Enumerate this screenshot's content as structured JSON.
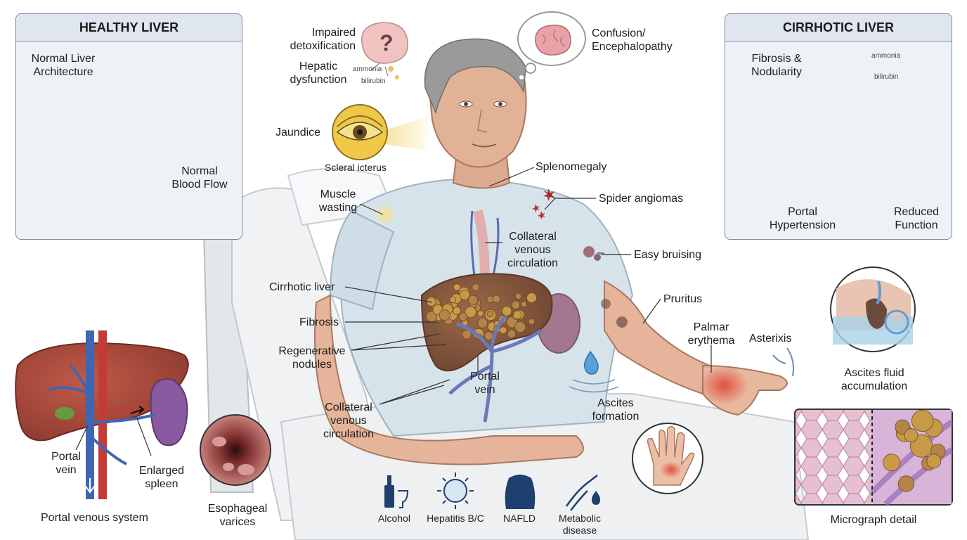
{
  "colors": {
    "healthy_liver": "#a2473a",
    "cirrhotic_liver": "#8a5a3c",
    "nodule": "#c89a48",
    "artery": "#c23b36",
    "vein": "#3f66b2",
    "gown": "#d7e3ea",
    "skin": "#e8b8a0",
    "panel_bg": "#eef2f7",
    "jaundice": "#e3b43a",
    "erythema": "#e0453c"
  },
  "panels": {
    "healthy": {
      "title": "HEALTHY LIVER",
      "label_architecture": "Normal Liver\nArchitecture",
      "label_flow": "Normal\nBlood Flow",
      "icons": [
        "healthy-liver-icon",
        "brain-icon",
        "blood-vessel-icon"
      ]
    },
    "cirrhotic": {
      "title": "CIRRHOTIC LIVER",
      "label_fibrosis": "Fibrosis &\nNodularity",
      "label_portal": "Portal\nHypertension",
      "label_function": "Reduced\nFunction",
      "label_ammonia": "ammonia",
      "label_bilirubin": "bilirubin",
      "icons": [
        "cirrhotic-liver-icon",
        "confused-brain-icon",
        "damaged-brain-icon"
      ]
    }
  },
  "top": {
    "impaired": "Impaired\ndetoxification",
    "hepatic": "Hepatic\ndysfunction",
    "ammonia": "ammonia",
    "bilirubin": "bilirubin",
    "confusion": "Confusion/\nEncephalopathy",
    "jaundice": "Jaundice",
    "scleral": "Scleral icterus"
  },
  "patient_labels": {
    "splenomegaly": "Splenomegaly",
    "muscle_wasting": "Muscle\nwasting",
    "spider": "Spider angiomas",
    "collateral_top": "Collateral\nvenous\ncirculation",
    "bruising": "Easy bruising",
    "cirrhotic_liver": "Cirrhotic liver",
    "fibrosis": "Fibrosis",
    "regenerative": "Regenerative\nnodules",
    "portal_vein": "Portal\nvein",
    "collateral_bottom": "Collateral\nvenous\ncirculation",
    "pruritus": "Pruritus",
    "palmar": "Palmar\nerythema",
    "asterixis": "Asterixis",
    "ascites": "Ascites\nformation"
  },
  "bottom_left": {
    "portal_vein": "Portal\nvein",
    "enlarged_spleen": "Enlarged\nspleen",
    "caption": "Portal venous system",
    "varices": "Esophageal\nvarices"
  },
  "causes": [
    {
      "icon": "alcohol-bottle-icon",
      "label": "Alcohol"
    },
    {
      "icon": "virus-icon",
      "label": "Hepatitis B/C"
    },
    {
      "icon": "torso-icon",
      "label": "NAFLD"
    },
    {
      "icon": "dna-icon",
      "label": "Metabolic\ndisease"
    }
  ],
  "right_side": {
    "ascites_caption": "Ascites fluid\naccumulation",
    "micrograph_caption": "Micrograph detail"
  }
}
